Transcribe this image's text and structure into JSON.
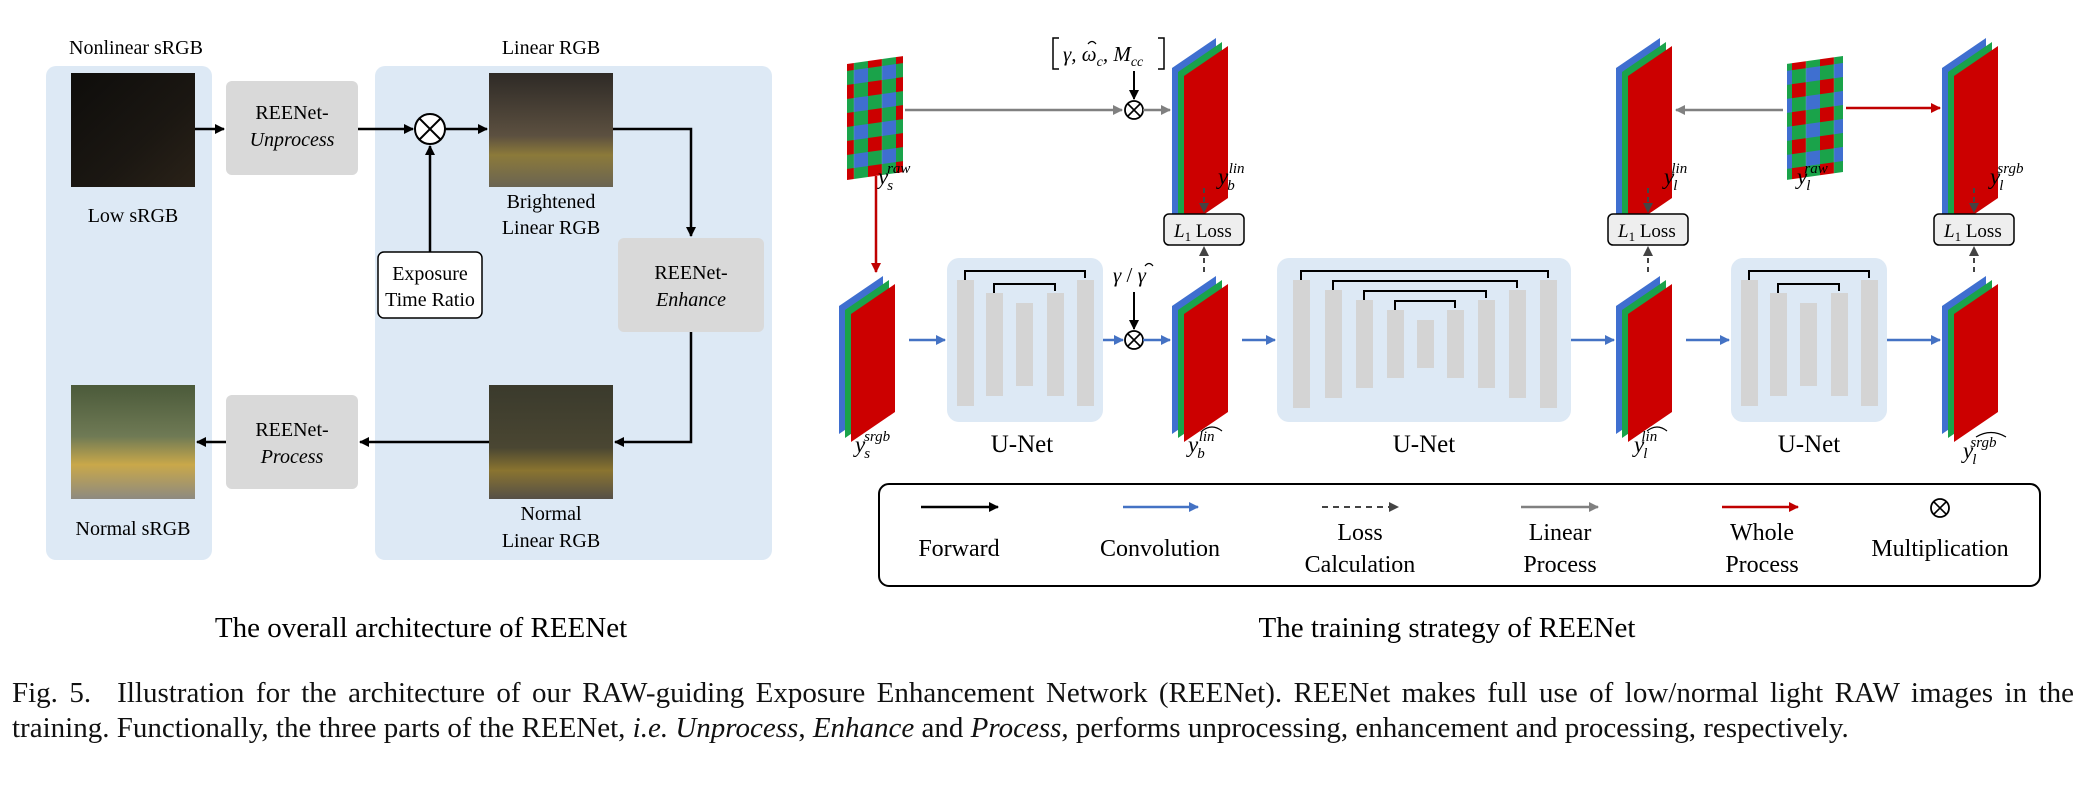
{
  "colors": {
    "panel_bg": "#dde9f5",
    "process_box": "#d9d9d9",
    "unet_block": "#dcdcdc",
    "forward": "#000000",
    "convolution": "#4472c4",
    "linear_process": "#808080",
    "whole_process": "#c00000",
    "channel_red": "#cc0000",
    "channel_green": "#1aa34a",
    "channel_blue": "#3f6fd0"
  },
  "left_panel": {
    "section_nonlinear": "Nonlinear sRGB",
    "section_linear": "Linear RGB",
    "low_srgb": "Low sRGB",
    "normal_srgb": "Normal sRGB",
    "brightened_1": "Brightened",
    "brightened_2": "Linear RGB",
    "normal_lin_1": "Normal",
    "normal_lin_2": "Linear RGB",
    "exposure_1": "Exposure",
    "exposure_2": "Time Ratio",
    "unprocess_1": "REENet-",
    "unprocess_2": "Unprocess",
    "enhance_1": "REENet-",
    "enhance_2": "Enhance",
    "process_1": "REENet-",
    "process_2": "Process",
    "multiply_symbol": "⊗",
    "subtitle": "The overall architecture of REENet"
  },
  "right_panel": {
    "param_gamma": "γ",
    "param_omega": "ω",
    "param_omega_sub": "c",
    "param_m": "M",
    "param_m_sub": "cc",
    "gamma_ratio_a": "γ",
    "gamma_ratio_slash": " / ",
    "gamma_ratio_b": "γ",
    "unet_label": "U-Net",
    "loss_l": "L",
    "loss_sub": "1",
    "loss_word": " Loss",
    "y": "y",
    "sub_s": "s",
    "sub_b": "b",
    "sub_l": "l",
    "sup_raw": "raw",
    "sup_lin": "lin",
    "sup_srgb": "srgb",
    "subtitle": "The training strategy of REENet"
  },
  "legend": {
    "forward": "Forward",
    "convolution": "Convolution",
    "loss_1": "Loss",
    "loss_2": "Calculation",
    "linear_1": "Linear",
    "linear_2": "Process",
    "whole_1": "Whole",
    "whole_2": "Process",
    "multiplication": "Multiplication",
    "multiply_symbol": "⊗"
  },
  "caption": {
    "label": "Fig. 5.",
    "t1": "Illustration for the architecture of our RAW-guiding Exposure Enhancement Network (REENet). REENet makes full use of low/normal light RAW images in the training. Functionally, the three parts of the REENet, ",
    "ie": "i.e.",
    "t2": " ",
    "unprocess": "Unprocess",
    "t3": ", ",
    "enhance": "Enhance",
    "t4": " and ",
    "process": "Process",
    "t5": ", performs unprocessing, enhancement and processing, respectively."
  }
}
